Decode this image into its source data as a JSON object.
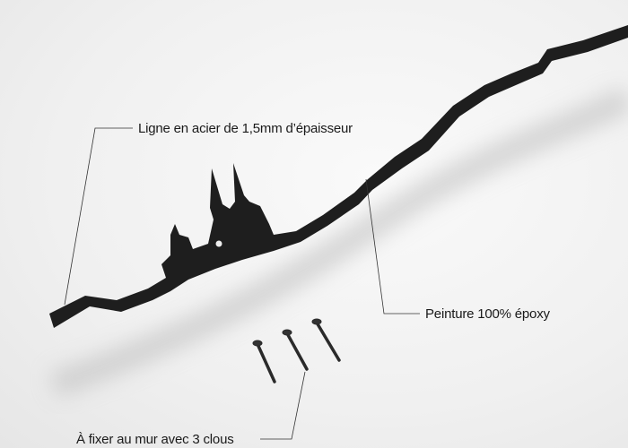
{
  "annotations": {
    "steel_line": "Ligne en acier de 1,5mm d’épaisseur",
    "paint": "Peinture 100% époxy",
    "fixing": "À fixer au mur avec 3 clous"
  },
  "colors": {
    "metal": "#1e1e1e",
    "background": "#f2f2f2"
  }
}
